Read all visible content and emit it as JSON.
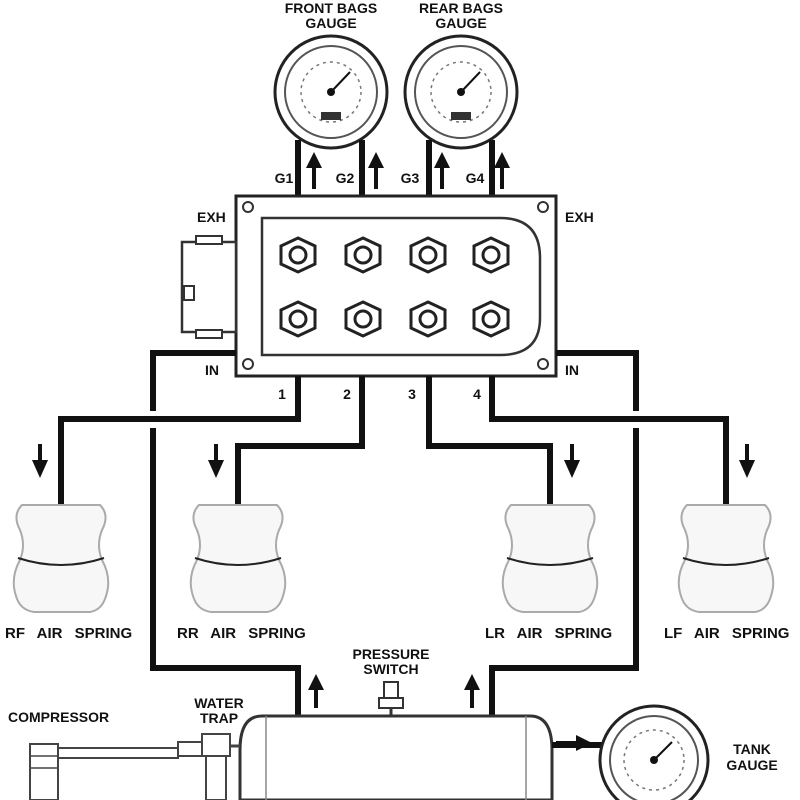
{
  "gauges": {
    "front_title_1": "FRONT BAGS",
    "front_title_2": "GAUGE",
    "rear_title_1": "REAR BAGS",
    "rear_title_2": "GAUGE",
    "tank_title_1": "TANK",
    "tank_title_2": "GAUGE"
  },
  "manifold": {
    "ports_top": [
      "G1",
      "G2",
      "G3",
      "G4"
    ],
    "exh_left": "EXH",
    "exh_right": "EXH",
    "in_left": "IN",
    "in_right": "IN",
    "outputs": [
      "1",
      "2",
      "3",
      "4"
    ]
  },
  "springs": [
    {
      "label": "RF AIR SPRING"
    },
    {
      "label": "RR AIR SPRING"
    },
    {
      "label": "LR AIR SPRING"
    },
    {
      "label": "LF AIR SPRING"
    }
  ],
  "components": {
    "pressure_switch_1": "PRESSURE",
    "pressure_switch_2": "SWITCH",
    "compressor": "COMPRESSOR",
    "water_trap_1": "WATER",
    "water_trap_2": "TRAP"
  },
  "icons": [
    "arrow-up-icon",
    "arrow-down-icon",
    "arrow-right-icon",
    "gauge-icon",
    "air-spring-icon",
    "valve-fitting-icon"
  ]
}
